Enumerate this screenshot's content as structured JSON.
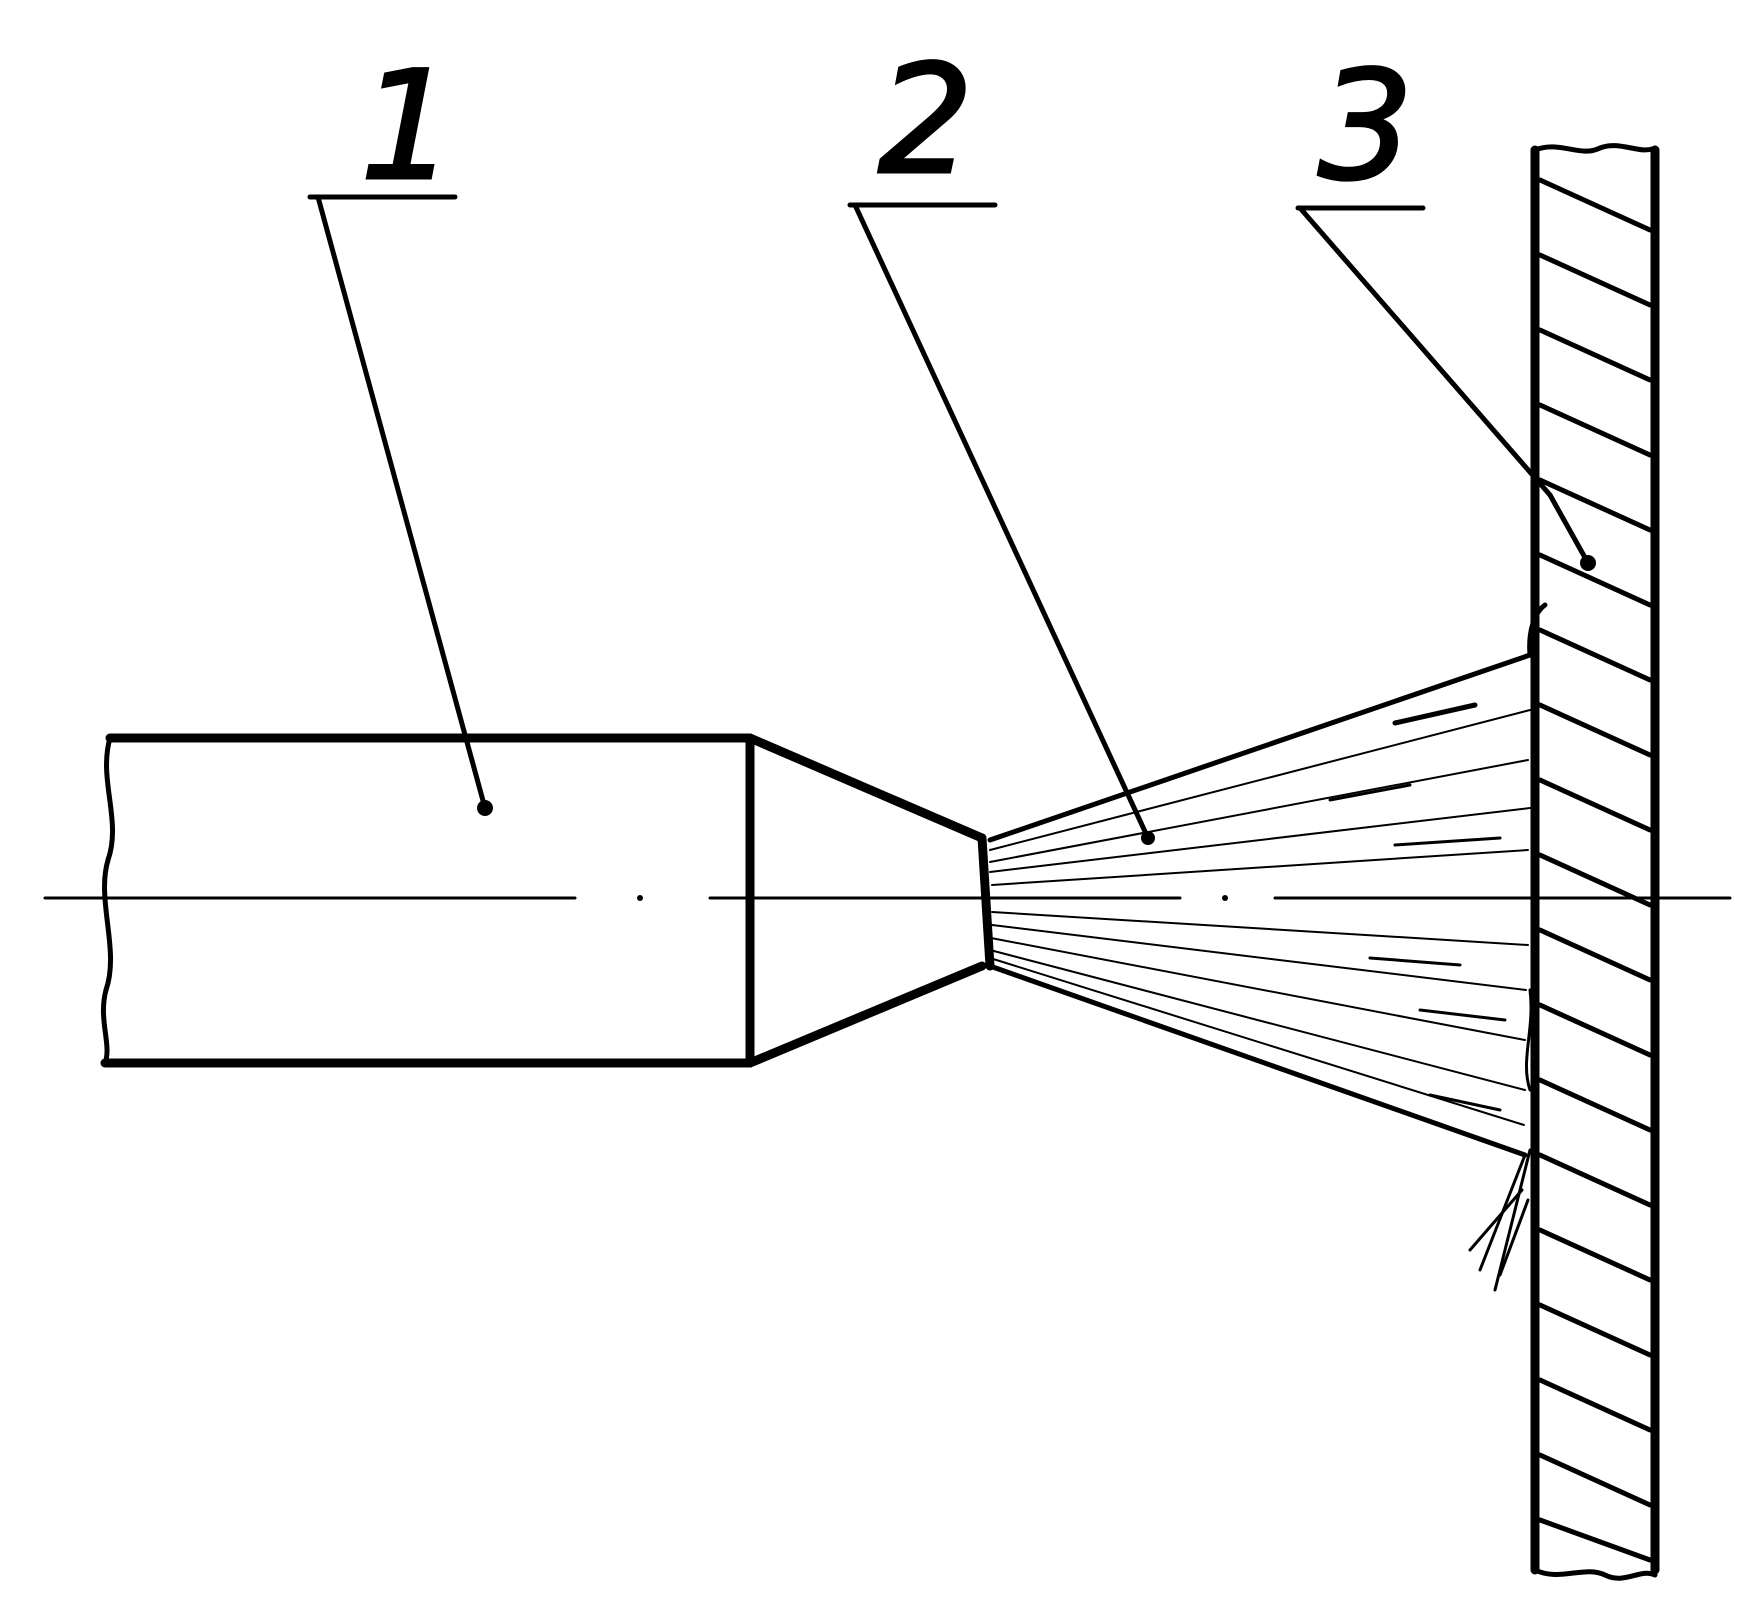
{
  "labels": [
    {
      "id": "label-1",
      "text": "1"
    },
    {
      "id": "label-2",
      "text": "2"
    },
    {
      "id": "label-3",
      "text": "3"
    }
  ],
  "colors": {
    "ink": "#000000",
    "paper": "#ffffff"
  }
}
